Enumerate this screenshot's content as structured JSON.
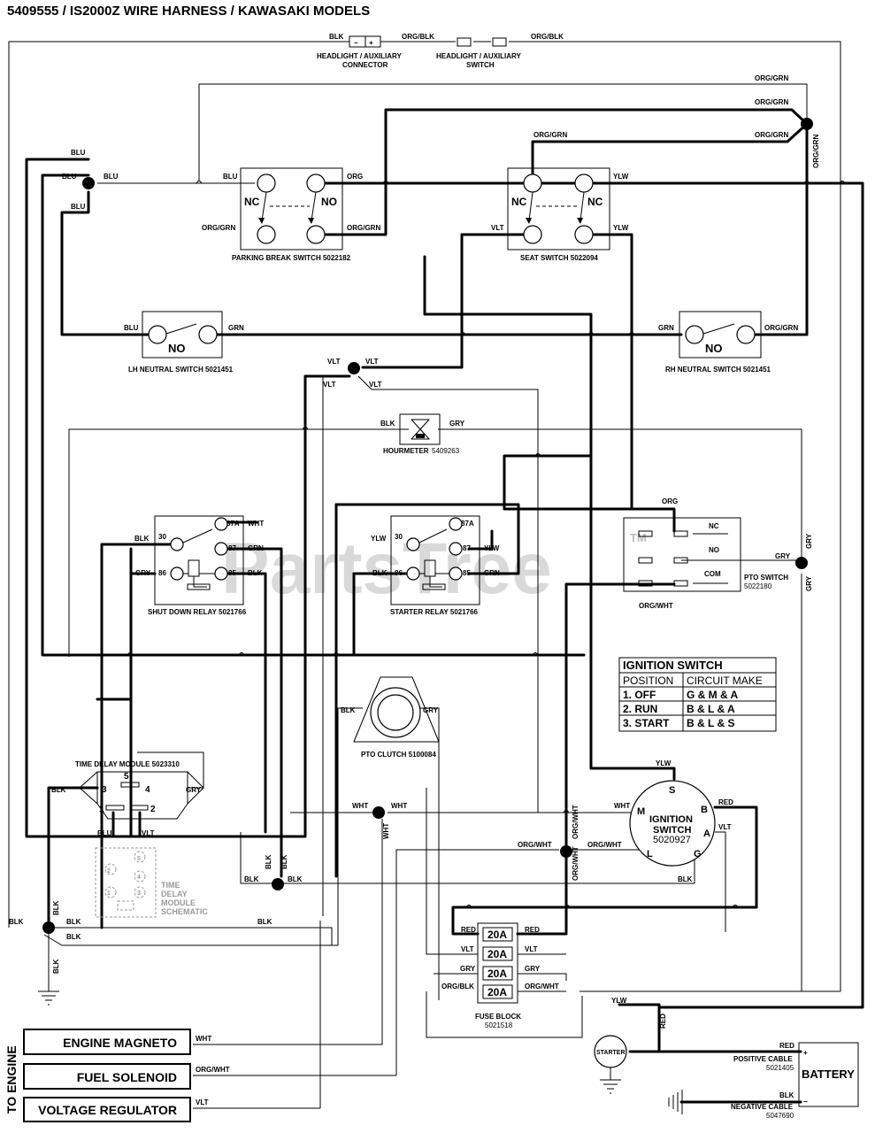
{
  "title": "5409555 / IS2000Z WIRE HARNESS / KAWASAKI MODELS",
  "watermark": "PartsTree",
  "watermark_tm": "TM",
  "wire_colors": {
    "blk": "BLK",
    "org_blk": "ORG/BLK",
    "org_grn": "ORG/GRN",
    "blu": "BLU",
    "org": "ORG",
    "ylw": "YLW",
    "vlt": "VLT",
    "grn": "GRN",
    "gry": "GRY",
    "wht": "WHT",
    "org_wht": "ORG/WHT",
    "red": "RED"
  },
  "components": {
    "headlight_connector": {
      "line1": "HEADLIGHT / AUXILIARY",
      "line2": "CONNECTOR",
      "minus": "−",
      "plus": "+"
    },
    "headlight_switch": {
      "line1": "HEADLIGHT / AUXILIARY",
      "line2": "SWITCH"
    },
    "parking_brake_switch": {
      "label": "PARKING BREAK SWITCH 5022182",
      "nc": "NC",
      "no": "NO"
    },
    "seat_switch": {
      "label": "SEAT SWITCH 5022094",
      "nc": "NC",
      "nc2": "NC"
    },
    "lh_neutral_switch": {
      "label": "LH NEUTRAL SWITCH 5021451",
      "no": "NO"
    },
    "rh_neutral_switch": {
      "label": "RH NEUTRAL SWITCH 5021451",
      "no": "NO"
    },
    "hourmeter": {
      "label": "HOURMETER",
      "part": "5409263"
    },
    "shut_down_relay": {
      "label": "SHUT DOWN RELAY 5021766",
      "pins": [
        "30",
        "87A",
        "87",
        "86",
        "85"
      ]
    },
    "starter_relay": {
      "label": "STARTER RELAY 5021766",
      "pins": [
        "30",
        "87A",
        "87",
        "86",
        "85"
      ]
    },
    "pto_switch": {
      "label": "PTO SWITCH",
      "part": "5022180",
      "nc": "NC",
      "no": "NO",
      "com": "COM"
    },
    "pto_clutch": {
      "label": "PTO CLUTCH 5100084"
    },
    "time_delay_module": {
      "label": "TIME DELAY MODULE 5023310",
      "pins": [
        "5",
        "3",
        "4",
        "1",
        "2"
      ]
    },
    "time_delay_schematic": {
      "line1": "TIME",
      "line2": "DELAY",
      "line3": "MODULE",
      "line4": "SCHEMATIC",
      "pins": [
        "2",
        "5",
        "4",
        "1",
        "3"
      ]
    },
    "ignition_switch": {
      "line1": "IGNITION",
      "line2": "SWITCH",
      "part": "5020927",
      "terminals": [
        "S",
        "M",
        "B",
        "A",
        "L",
        "G"
      ]
    },
    "fuse_block": {
      "label": "FUSE BLOCK",
      "part": "5021518",
      "fuses": [
        "20A",
        "20A",
        "20A",
        "20A"
      ]
    },
    "starter": {
      "label": "STARTER"
    },
    "battery": {
      "label": "BATTERY",
      "plus": "+",
      "minus": "−"
    },
    "positive_cable": {
      "label": "POSITIVE CABLE",
      "part": "5021405"
    },
    "negative_cable": {
      "label": "NEGATIVE CABLE",
      "part": "5047690"
    }
  },
  "nodes": [
    "1",
    "2",
    "3",
    "4",
    "5",
    "6",
    "7",
    "8"
  ],
  "ignition_table": {
    "title": "IGNITION SWITCH",
    "headers": [
      "POSITION",
      "CIRCUIT MAKE"
    ],
    "rows": [
      [
        "1. OFF",
        "G & M & A"
      ],
      [
        "2. RUN",
        "B & L & A"
      ],
      [
        "3. START",
        "B & L & S"
      ]
    ]
  },
  "engine": {
    "side_label": "TO ENGINE",
    "items": [
      {
        "label": "ENGINE MAGNETO",
        "wire": "WHT"
      },
      {
        "label": "FUEL SOLENOID",
        "wire": "ORG/WHT"
      },
      {
        "label": "VOLTAGE REGULATOR",
        "wire": "VLT"
      }
    ]
  }
}
